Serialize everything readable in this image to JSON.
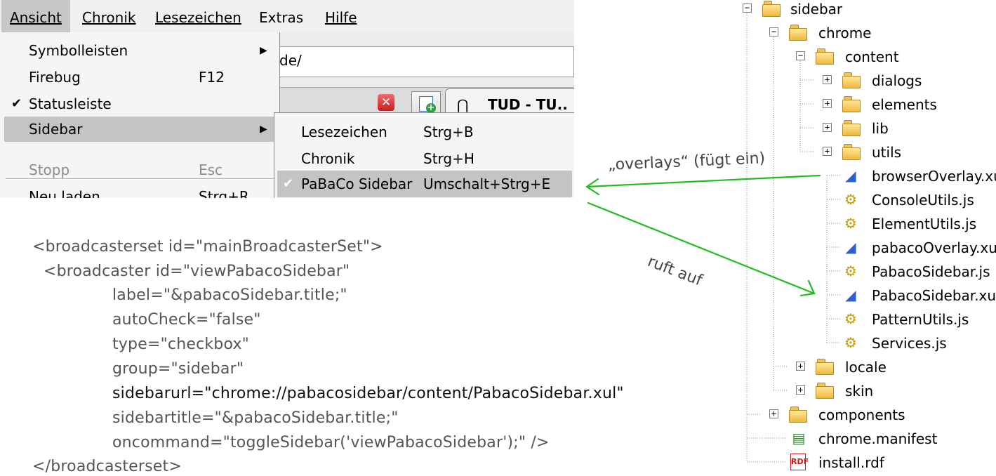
{
  "browser": {
    "menubar": [
      "Ansicht",
      "Chronik",
      "Lesezeichen",
      "Extras",
      "Hilfe"
    ],
    "url_tail": "de/",
    "tab_title": "TUD - TU..",
    "view_menu": [
      {
        "label": "Symbolleisten",
        "shortcut": "",
        "checked": false,
        "submenu": true
      },
      {
        "label": "Firebug",
        "shortcut": "F12",
        "checked": false,
        "submenu": false
      },
      {
        "label": "Statusleiste",
        "shortcut": "",
        "checked": true,
        "submenu": false
      },
      {
        "label": "Sidebar",
        "shortcut": "",
        "checked": false,
        "submenu": true,
        "highlighted": true
      },
      {
        "label": "Stopp",
        "shortcut": "Esc",
        "disabled": true
      },
      {
        "label": "Neu laden",
        "shortcut": "Strg+R"
      }
    ],
    "sidebar_submenu": [
      {
        "label": "Lesezeichen",
        "shortcut": "Strg+B"
      },
      {
        "label": "Chronik",
        "shortcut": "Strg+H"
      },
      {
        "label": "PaBaCo Sidebar",
        "shortcut": "Umschalt+Strg+E",
        "checked": true,
        "highlighted": true
      }
    ]
  },
  "code_lines": [
    "<broadcasterset id=\"mainBroadcasterSet\">",
    "<broadcaster id=\"viewPabacoSidebar\"",
    "label=\"&pabacoSidebar.title;\"",
    "autoCheck=\"false\"",
    "type=\"checkbox\"",
    "group=\"sidebar\"",
    "sidebarurl=\"chrome://pabacosidebar/content/PabacoSidebar.xul\"",
    "sidebartitle=\"&pabacoSidebar.title;\"",
    "oncommand=\"toggleSidebar('viewPabacoSidebar');\" />",
    "</broadcasterset>"
  ],
  "annotations": {
    "overlays": "„overlays“ (fügt ein)",
    "calls": "ruft auf"
  },
  "tree": [
    {
      "label": "sidebar",
      "type": "folder",
      "expander": "−"
    },
    {
      "label": "chrome",
      "type": "folder",
      "expander": "−"
    },
    {
      "label": "content",
      "type": "folder",
      "expander": "−"
    },
    {
      "label": "dialogs",
      "type": "folder",
      "expander": "+"
    },
    {
      "label": "elements",
      "type": "folder",
      "expander": "+"
    },
    {
      "label": "lib",
      "type": "folder",
      "expander": "+"
    },
    {
      "label": "utils",
      "type": "folder",
      "expander": "+"
    },
    {
      "label": "browserOverlay.xul",
      "type": "xul"
    },
    {
      "label": "ConsoleUtils.js",
      "type": "js"
    },
    {
      "label": "ElementUtils.js",
      "type": "js"
    },
    {
      "label": "pabacoOverlay.xul",
      "type": "xul"
    },
    {
      "label": "PabacoSidebar.js",
      "type": "js"
    },
    {
      "label": "PabacoSidebar.xul",
      "type": "xul"
    },
    {
      "label": "PatternUtils.js",
      "type": "js"
    },
    {
      "label": "Services.js",
      "type": "js"
    },
    {
      "label": "locale",
      "type": "folder",
      "expander": "+"
    },
    {
      "label": "skin",
      "type": "folder",
      "expander": "+"
    },
    {
      "label": "components",
      "type": "folder",
      "expander": "+"
    },
    {
      "label": "chrome.manifest",
      "type": "manifest"
    },
    {
      "label": "install.rdf",
      "type": "rdf"
    }
  ],
  "colors": {
    "arrow": "#22bb22",
    "menu_highlight": "#c4c4c4"
  }
}
